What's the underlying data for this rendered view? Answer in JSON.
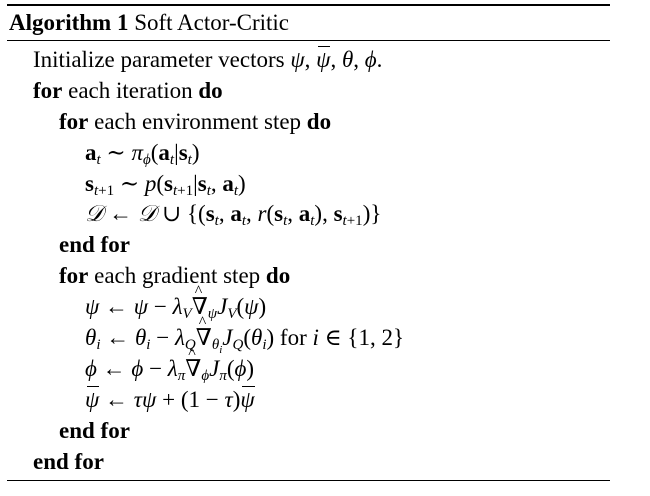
{
  "algorithm": {
    "label": "Algorithm 1",
    "title": "Soft Actor-Critic"
  },
  "keywords": {
    "for": "for",
    "do": "do",
    "end_for": "end for"
  },
  "lines": {
    "init_text": "Initialize parameter vectors",
    "outer_loop_text": "each iteration",
    "env_loop_text": "each environment step",
    "grad_loop_text": "each gradient step",
    "theta_update_suffix": "for"
  }
}
